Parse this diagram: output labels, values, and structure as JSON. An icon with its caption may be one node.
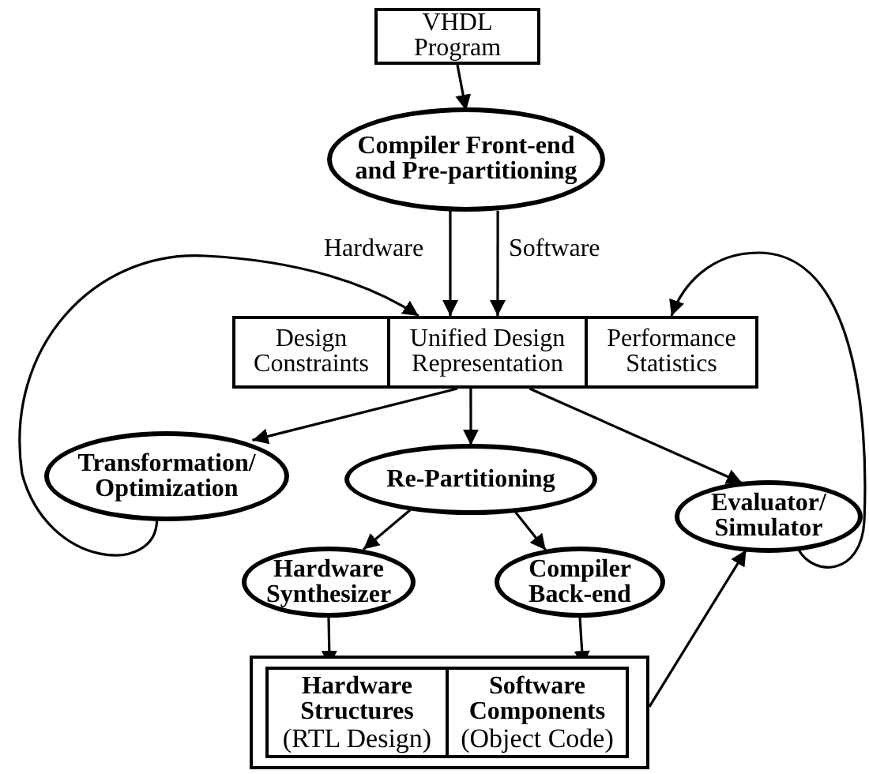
{
  "diagram": {
    "nodes": [
      {
        "text": [
          "VHDL Program"
        ]
      },
      {
        "text": [
          "Compiler Front-end and Pre-partitioning"
        ]
      },
      {
        "text": [
          "Design Constraints"
        ]
      },
      {
        "text": [
          "Unified Design Representation"
        ]
      },
      {
        "text": [
          "Performance Statistics"
        ]
      },
      {
        "text": [
          "Transformation/ Optimization"
        ]
      },
      {
        "text": [
          "Re-Partitioning"
        ]
      },
      {
        "text": [
          "Evaluator/ Simulator"
        ]
      },
      {
        "text": [
          "Hardware Synthesizer"
        ]
      },
      {
        "text": [
          "Compiler Back-end"
        ]
      },
      {
        "text": [],
        "shape": "box"
      },
      {
        "text": [
          "Hardware Structures",
          "(RTL Design)"
        ],
        "in": 10
      },
      {
        "text": [
          "Software Components",
          "(Object Code)"
        ],
        "in": 10
      }
    ],
    "edges": [
      {
        "from": 0,
        "to": 1,
        "arrow": "to"
      },
      {
        "from": 1,
        "to": 3,
        "arrow": "to",
        "label": "Hardware"
      },
      {
        "from": 1,
        "to": 3,
        "arrow": "to",
        "label": "Software"
      },
      {
        "from": 5,
        "to": 3,
        "arrow": "to"
      },
      {
        "from": 7,
        "to": 4,
        "arrow": "to"
      },
      {
        "from": 3,
        "to": 5,
        "arrow": "to"
      },
      {
        "from": 3,
        "to": 6,
        "arrow": "to"
      },
      {
        "from": 3,
        "to": 7,
        "arrow": "to"
      },
      {
        "from": 6,
        "to": 8,
        "arrow": "to"
      },
      {
        "from": 6,
        "to": 9,
        "arrow": "to"
      },
      {
        "from": 8,
        "to": 11,
        "arrow": "to"
      },
      {
        "from": 9,
        "to": 12,
        "arrow": "to"
      },
      {
        "from": 10,
        "to": 7,
        "arrow": "to"
      }
    ]
  }
}
